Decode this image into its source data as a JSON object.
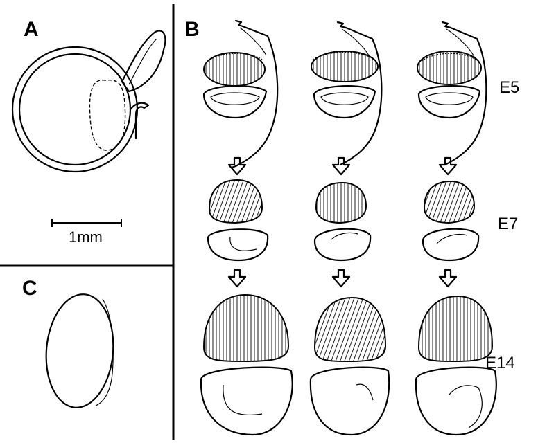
{
  "panels": {
    "a": {
      "letter": "A",
      "scale_label": "1mm"
    },
    "b": {
      "letter": "B",
      "stages": [
        "E5",
        "E7",
        "E14"
      ]
    },
    "c": {
      "letter": "C"
    }
  },
  "colors": {
    "ink": "#000000",
    "background": "#ffffff"
  }
}
